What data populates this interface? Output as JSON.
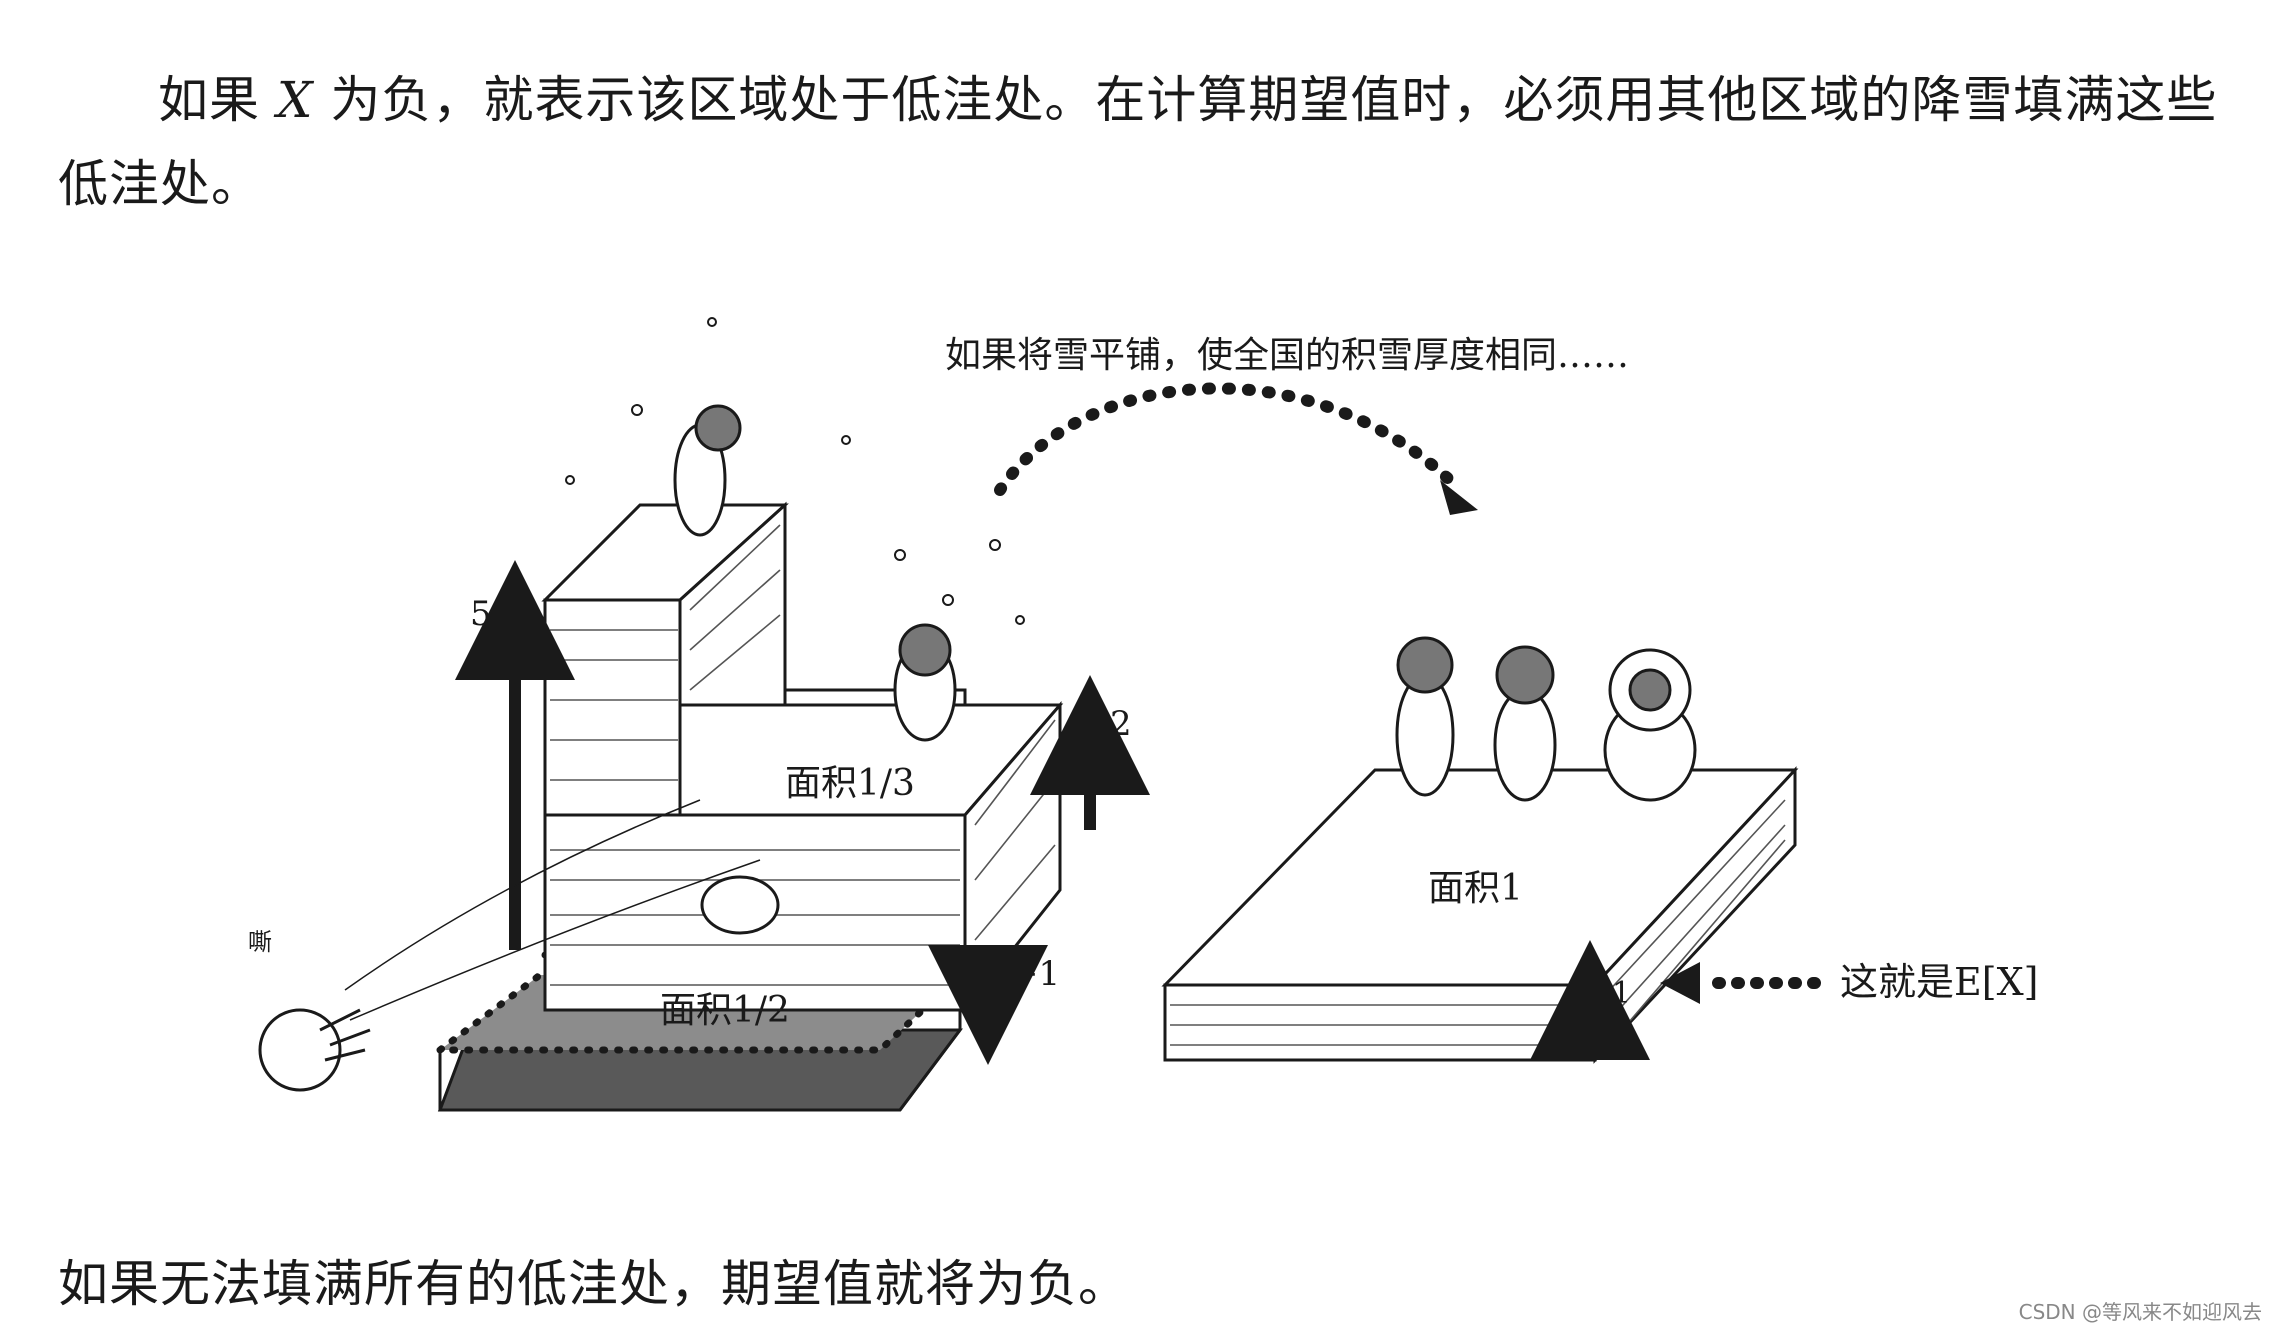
{
  "text": {
    "para_top_before": "如果",
    "para_top_var": "X",
    "para_top_after": "为负，就表示该区域处于低洼处。在计算期望值时，必须用其他区域的降雪填满这些低洼处。",
    "para_bottom": "如果无法填满所有的低洼处，期望值就将为负。"
  },
  "figure": {
    "caption_top": "如果将雪平铺，使全国的积雪厚度相同……",
    "left": {
      "label_5": "5",
      "label_2": "2",
      "label_neg1": "−1",
      "area_third": "面积1/3",
      "area_half": "面积1/2",
      "sound": "嘶"
    },
    "right": {
      "area_1": "面积1",
      "label_1": "1",
      "expectation": "这就是E[X]"
    }
  },
  "watermark": "CSDN @等风来不如迎风去",
  "colors": {
    "ink": "#1a1a1a",
    "snow": "#ffffff",
    "pit_light": "#8c8c8c",
    "pit_dark": "#595959"
  }
}
